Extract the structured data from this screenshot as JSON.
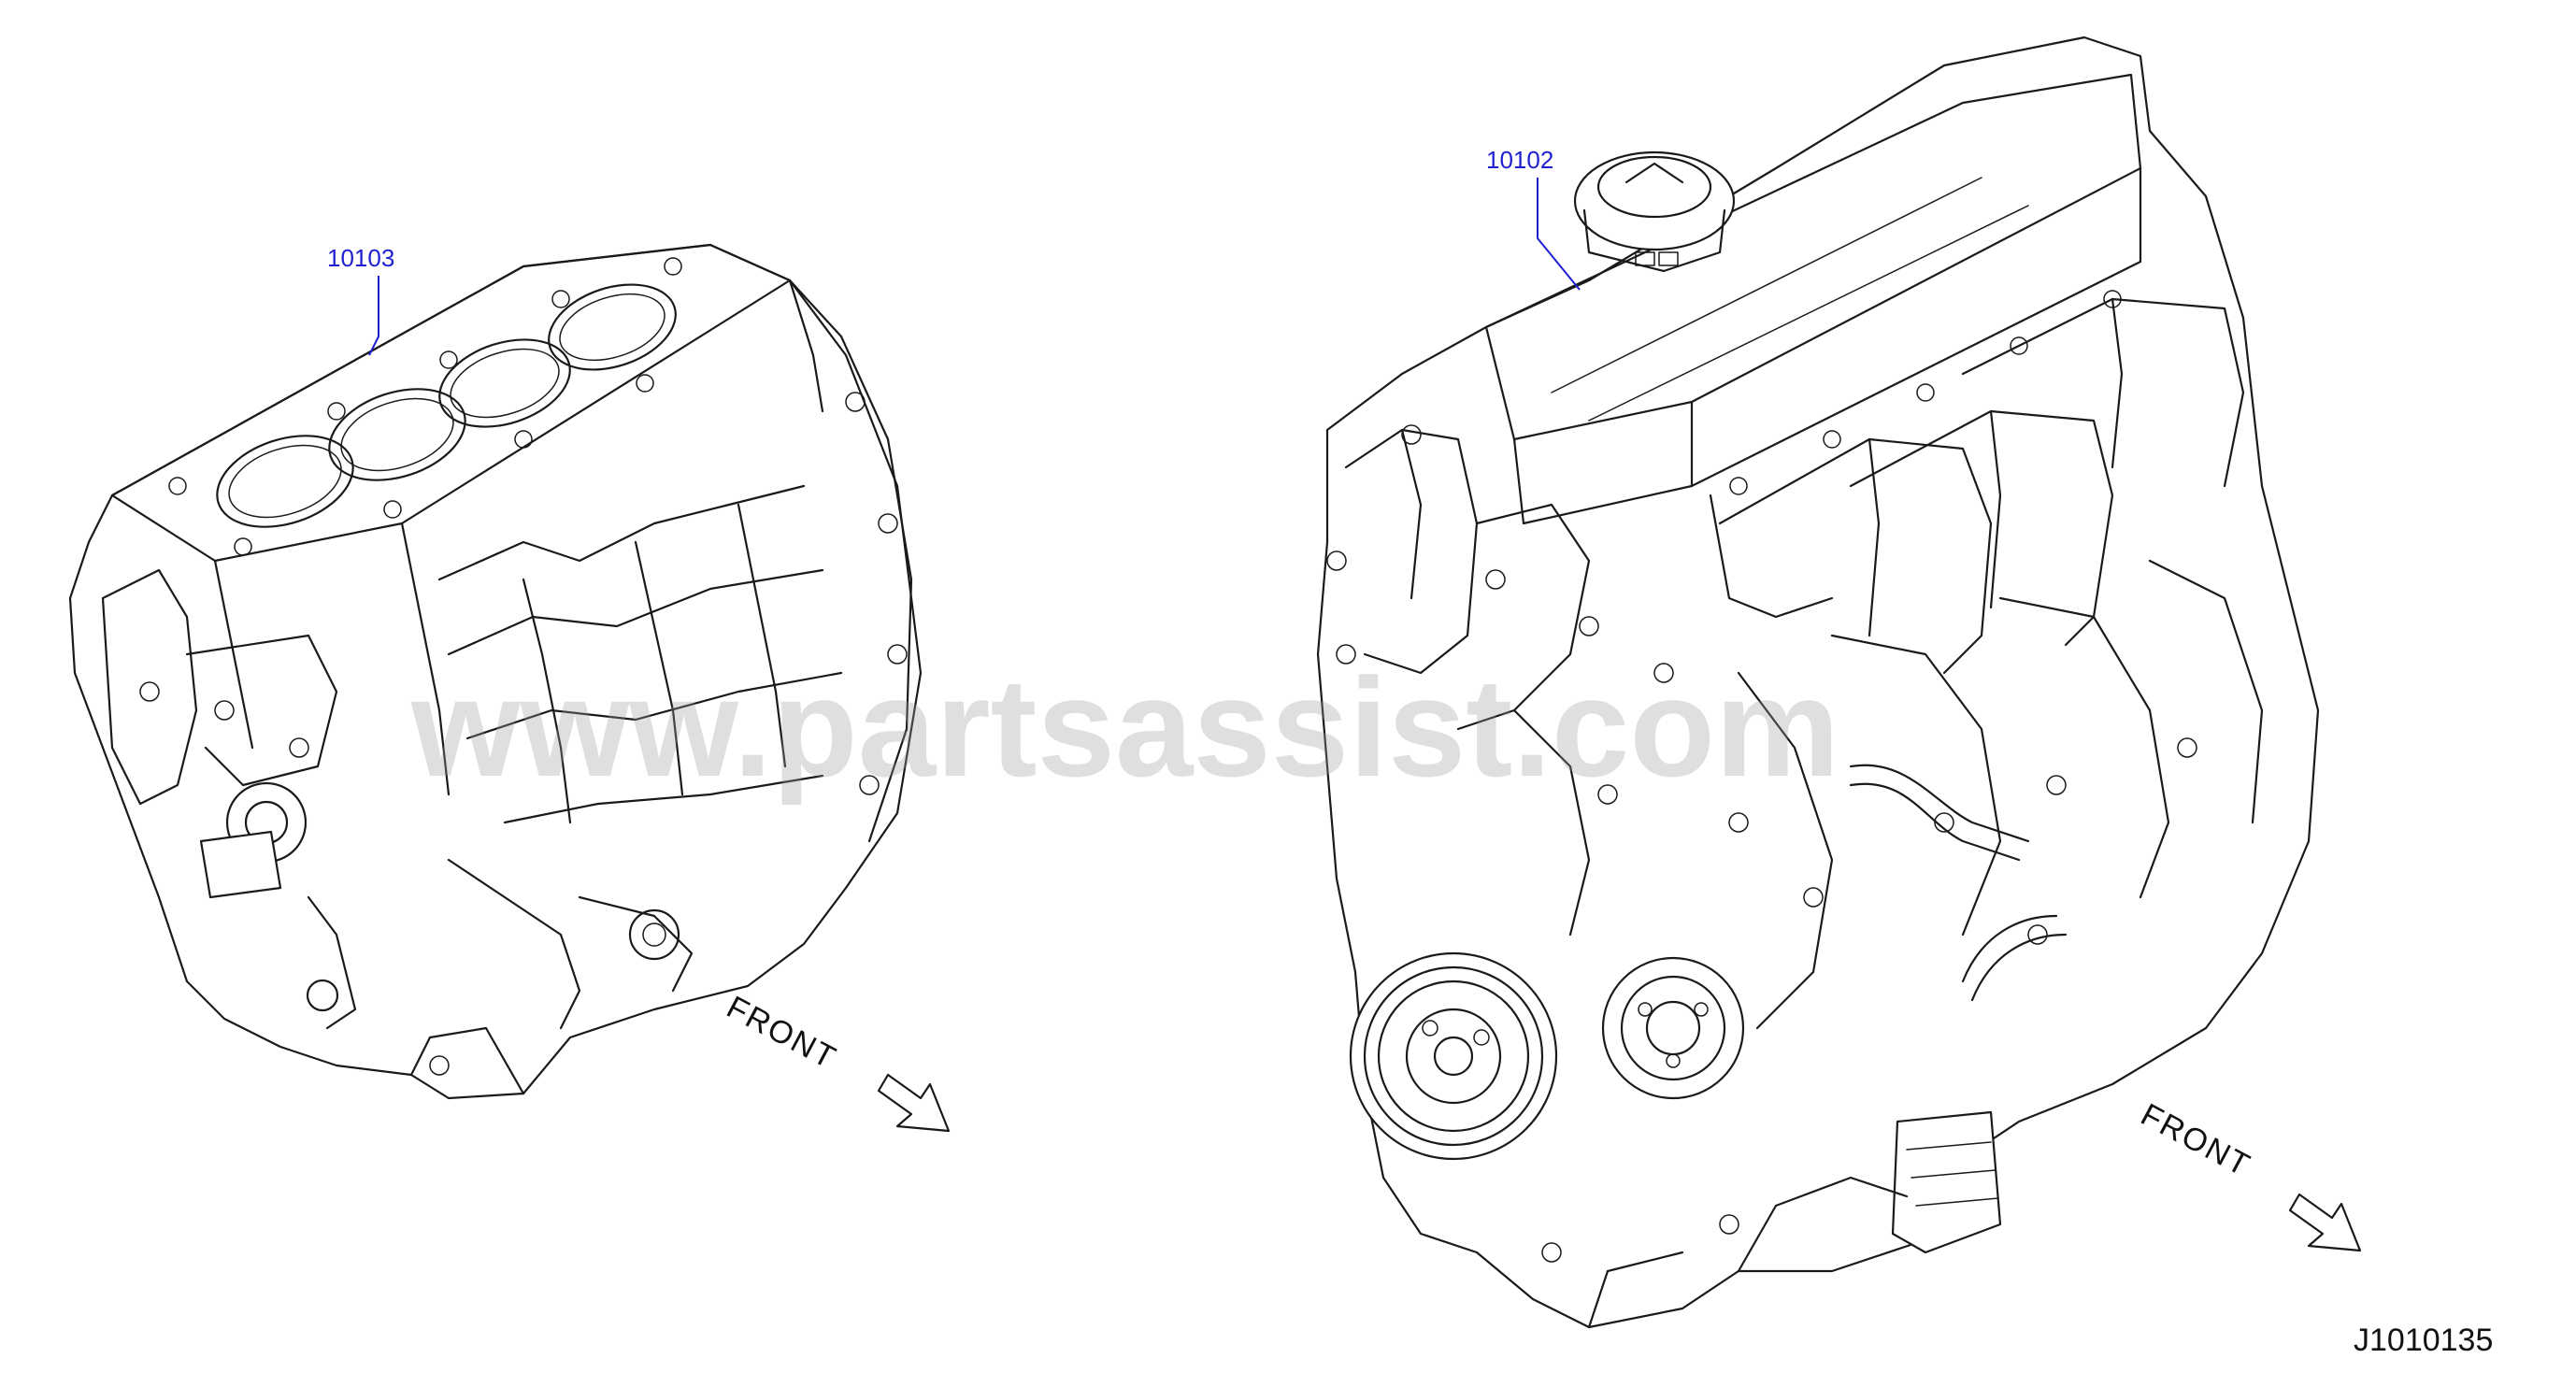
{
  "diagram": {
    "parts": [
      {
        "part_no": "10103"
      },
      {
        "part_no": "10102"
      }
    ],
    "direction_labels": [
      "FRONT",
      "FRONT"
    ],
    "watermark": "www.partsassist.com",
    "drawing_code": "J1010135"
  }
}
